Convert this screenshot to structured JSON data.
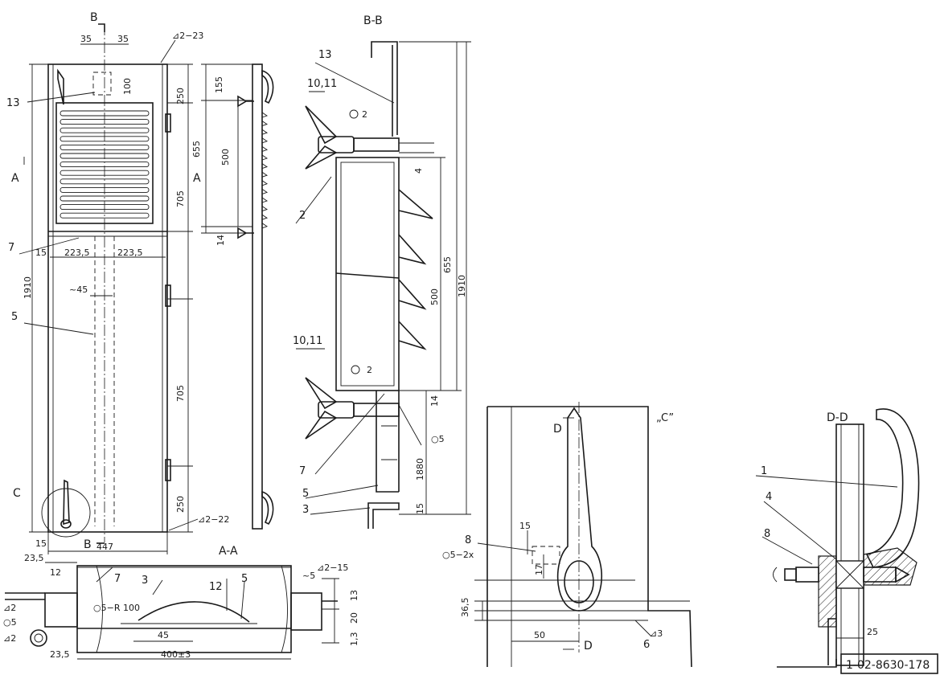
{
  "sections": {
    "main_view": {
      "section_mark": "B",
      "bottom_mark": "B",
      "side_mark_left": "A",
      "side_mark_right": "A"
    },
    "section_bb": {
      "title": "B-B"
    },
    "section_aa": {
      "title": "A-A"
    },
    "detail_c": {
      "title": "„C”",
      "mark_left": "C",
      "section_mark_top": "D",
      "section_mark_bottom": "D"
    },
    "section_dd": {
      "title": "D-D"
    }
  },
  "callouts": {
    "main_13": "13",
    "main_7": "7",
    "main_5": "5",
    "bb_13": "13",
    "bb_1011_top": "10,11",
    "bb_2": "2",
    "bb_1011_bot": "10,11",
    "bb_7": "7",
    "bb_5": "5",
    "bb_3": "3",
    "aa_7": "7",
    "aa_3": "3",
    "aa_12": "12",
    "aa_5": "5",
    "c_8": "8",
    "c_6": "6",
    "dd_1": "1",
    "dd_4": "4",
    "dd_8": "8"
  },
  "dimensions": {
    "top_35_left": "35",
    "top_35_right": "35",
    "weld_top": "⊿2−23",
    "d100": "100",
    "d250_top": "250",
    "d155": "155",
    "d655_a": "655",
    "d500_a": "500",
    "d705_top": "705",
    "d14_a": "14",
    "d1910_a": "1910",
    "d15_a": "15",
    "d2235_left": "223,5",
    "d2235_right": "223,5",
    "d45": "~45",
    "d705_bot": "705",
    "d250_bot": "250",
    "weld_bot": "⊿2−22",
    "d447": "447",
    "d235_top": "23,5",
    "d15_b": "15",
    "bb_weld1": "2",
    "bb_weld2": "2",
    "bb_4": "4",
    "bb_655": "655",
    "bb_500": "500",
    "bb_1910": "1910",
    "bb_14": "14",
    "bb_o5": "○5",
    "bb_1880": "1880",
    "bb_15": "15",
    "aa_12": "12",
    "aa_o5": "○5",
    "aa_w2a": "⊿2",
    "aa_w2b": "⊿2",
    "aa_r100": "○5−R 100",
    "aa_45": "45",
    "aa_400": "400±3",
    "aa_235_bot": "23,5",
    "aa_5": "~5",
    "aa_weld": "⊿2−15",
    "aa_13": "13",
    "aa_20": "20",
    "aa_13b": "1,3",
    "c_15": "15",
    "c_o5": "○5−2x",
    "c_17": "17",
    "c_365": "36,5",
    "c_50": "50",
    "c_w3": "⊿3",
    "dd_25": "25"
  },
  "title_block": {
    "drawing_number": "1-02-8630-178"
  }
}
